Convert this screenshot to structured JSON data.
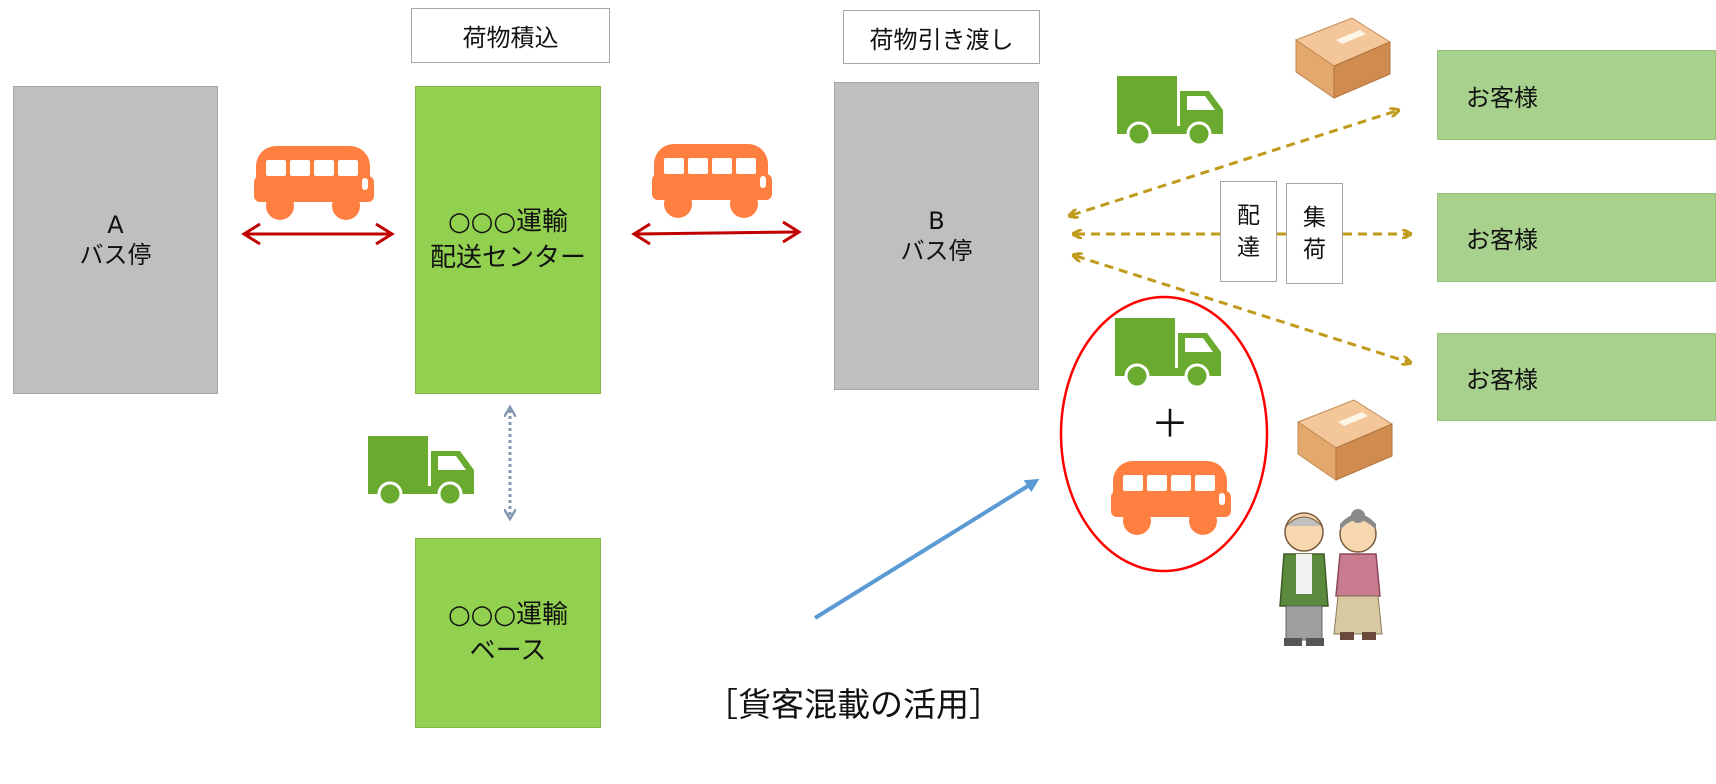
{
  "labels": {
    "loading": "荷物積込",
    "handover": "荷物引き渡し"
  },
  "stop_a": {
    "letter": "A",
    "name": "バス停"
  },
  "stop_b": {
    "letter": "B",
    "name": "バス停"
  },
  "center": {
    "line1": "○○○運輸",
    "line2": "配送センター"
  },
  "base": {
    "line1": "○○○運輸",
    "line2": "ベース"
  },
  "customers": [
    "お客様",
    "お客様",
    "お客様"
  ],
  "delivery_label": [
    "配",
    "達"
  ],
  "pickup_label": [
    "集",
    "荷"
  ],
  "plus": "＋",
  "caption": "［貨客混載の活用］",
  "colors": {
    "bus": "#ff7f41",
    "truck": "#6aaa2f",
    "red_arrow": "#c00000",
    "gold_arrow": "#c09a1a",
    "blue_arrow": "#5b9bd5",
    "ellipse": "#ff0000",
    "dotted_arrow": "#8497b0"
  },
  "icons": [
    "bus-icon",
    "truck-icon",
    "package-box-icon",
    "elderly-couple-illustration"
  ]
}
